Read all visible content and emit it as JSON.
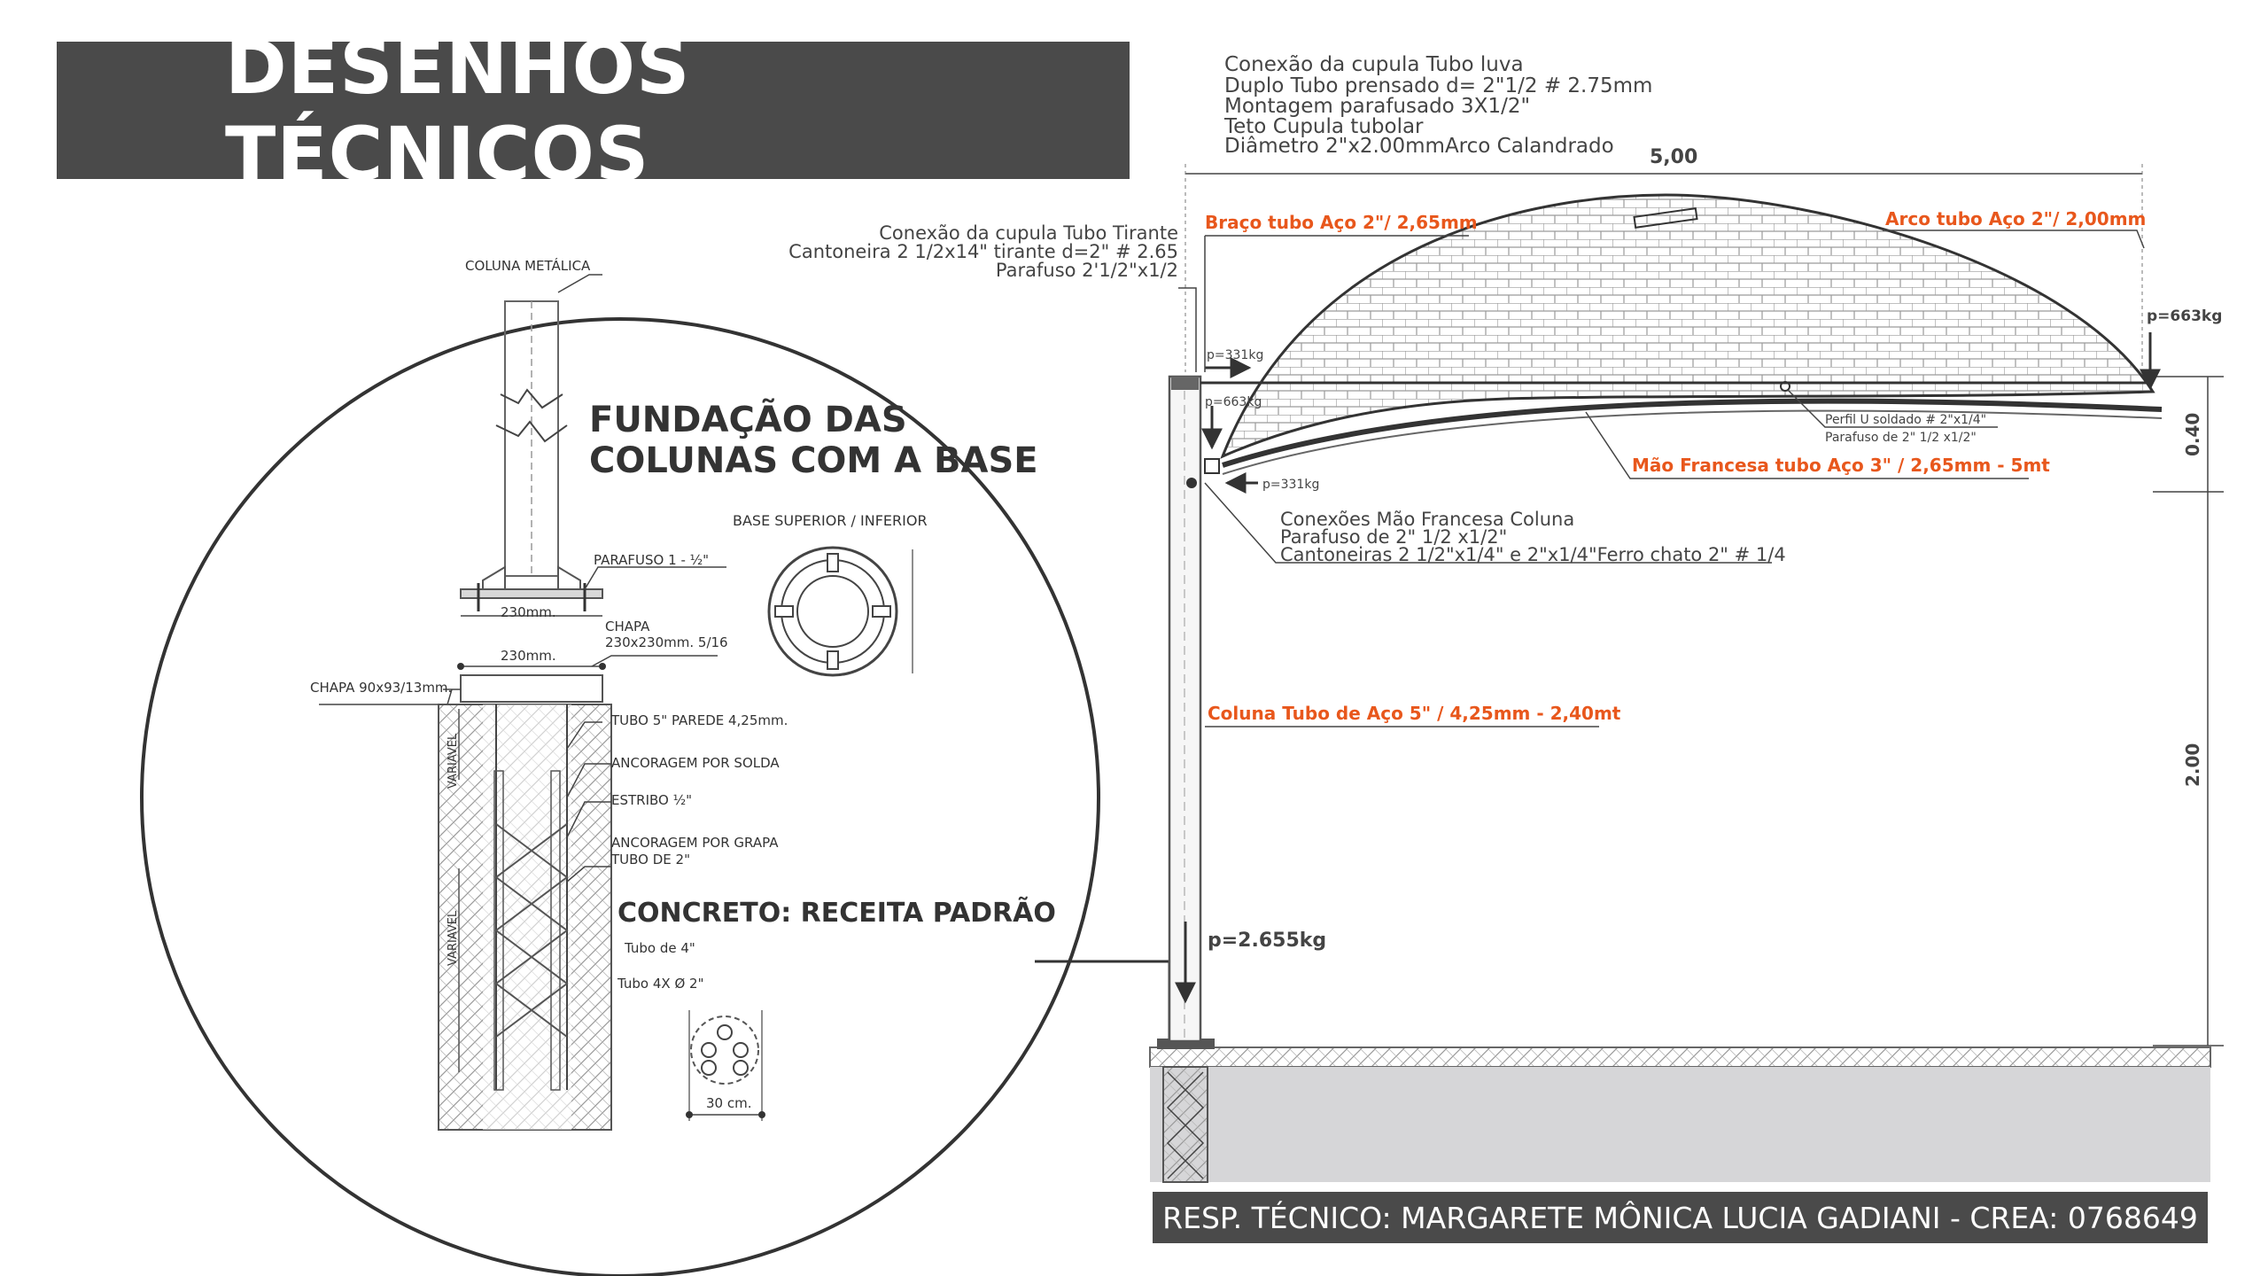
{
  "title": "DESENHOS TÉCNICOS",
  "footer": "RESP. TÉCNICO: MARGARETE MÔNICA LUCIA GADIANI - CREA: 0768649",
  "colors": {
    "title_bg": "#4a4a4a",
    "accent": "#e8571c",
    "line": "#555555",
    "text": "#444444"
  },
  "foundation": {
    "heading_line1": "FUNDAÇÃO DAS",
    "heading_line2": "COLUNAS COM A BASE",
    "coluna_metalica": "COLUNA METÁLICA",
    "parafuso": "PARAFUSO 1 - ½\"",
    "dim_230_top": "230mm.",
    "chapa_label": "CHAPA",
    "chapa_spec": "230x230mm. 5/16",
    "dim_230_mid": "230mm.",
    "chapa_side": "CHAPA 90x93/13mm.",
    "tubo5": "TUBO 5\" PAREDE 4,25mm.",
    "ancoragem_solda": "ANCORAGEM POR SOLDA",
    "estribo": "ESTRIBO ½\"",
    "ancoragem_grapa": "ANCORAGEM POR GRAPA",
    "tubo2": "TUBO DE 2\"",
    "variavel_top": "VARIAVEL",
    "variavel_bottom": "VARIAVEL",
    "concreto": "CONCRETO: RECEITA PADRÃO",
    "base_sup_inf": "BASE SUPERIOR / INFERIOR",
    "tubo4": "Tubo de  4\"",
    "tubo4x": "Tubo 4X  Ø 2\"",
    "dim_30": "30 cm."
  },
  "elevation": {
    "note_top": [
      "Conexão da cupula  Tubo luva",
      "Duplo Tubo prensado d= 2\"1/2 # 2.75mm",
      "Montagem parafusado  3X1/2\"",
      "Teto Cupula tubolar",
      "Diâmetro 2\"x2.00mmArco Calandrado"
    ],
    "note_left": [
      "Conexão da cupula Tubo Tirante",
      "Cantoneira 2 1/2x14\" tirante d=2\" # 2.65",
      "Parafuso 2'1/2\"x1/2"
    ],
    "note_maos": [
      "Conexões Mão Francesa Coluna",
      "Parafuso de  2\" 1/2 x1/2\"",
      "Cantoneiras 2 1/2\"x1/4\" e 2\"x1/4\"Ferro chato 2\" # 1/4"
    ],
    "braco": "Braço tubo Aço 2\"/ 2,65mm",
    "arco": "Arco tubo Aço 2\"/ 2,00mm",
    "mao_francesa": "Mão Francesa tubo Aço 3\" / 2,65mm - 5mt",
    "coluna": "Coluna Tubo de Aço 5\" / 4,25mm - 2,40mt",
    "perfil_line1": "Perfil  U soldado # 2\"x1/4\"",
    "perfil_line2": "Parafuso de  2\" 1/2 x1/2\"",
    "dim_width": "5,00",
    "dim_040": "0.40",
    "dim_200": "2.00",
    "load_331_top": "p=331kg",
    "load_663_left": "p=663kg",
    "load_331_mid": "p=331kg",
    "load_663_right": "p=663kg",
    "load_2655": "p=2.655kg"
  }
}
